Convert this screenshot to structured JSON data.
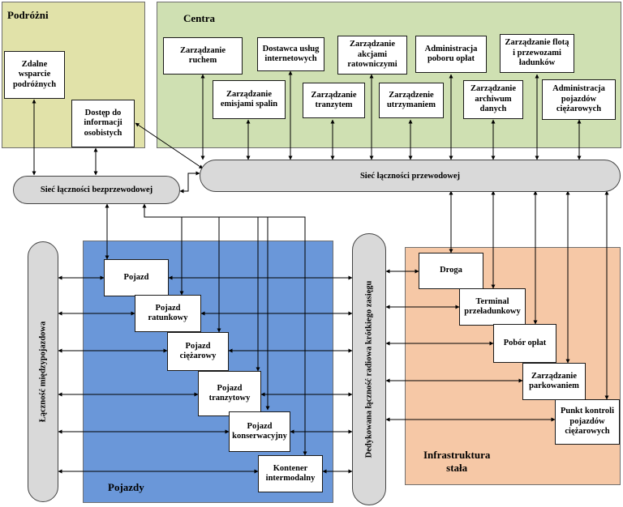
{
  "regions": {
    "travelers": {
      "title": "Podróżni",
      "color": "#e1e2a9"
    },
    "centers": {
      "title": "Centra",
      "color": "#cfe0b2"
    },
    "vehicles": {
      "title": "Pojazdy",
      "color": "#6a97d9"
    },
    "infrastructure": {
      "title": "Infrastruktura\nstała",
      "color": "#f6c8a6"
    }
  },
  "travelers": {
    "remote_support": "Zdalne\nwsparcie\npodróżnych",
    "personal_info": "Dostęp do\ninformacji\nosobistych"
  },
  "centers": {
    "traffic_mgmt": "Zarządzanie\nruchem",
    "isp": "Dostawca usług\ninternetowych",
    "emergency_mgmt": "Zarządzanie\nakcjami\nratowniczymi",
    "toll_admin": "Administracja\npoboru opłat",
    "fleet_mgmt": "Zarządzanie flotą\ni przewozami\nładunków",
    "emissions_mgmt": "Zarządzanie\nemisjami spalin",
    "transit_mgmt": "Zarządzanie\ntranzytem",
    "maintenance_mgmt": "Zarządzenie\nutrzymaniem",
    "archive_mgmt": "Zarządzanie\narchiwum\ndanych",
    "cv_admin": "Administracja\npojazdów\nciężarowych"
  },
  "networks": {
    "wired": "Sieć łączności przewodowej",
    "wireless": "Sieć łączności bezprzewodowej",
    "v2v": "Łączność międzypojazdowa",
    "dsrc": "Dedykowana łączność radiowa krótkiego zasięgu"
  },
  "vehicles": {
    "vehicle": "Pojazd",
    "emergency": "Pojazd\nratunkowy",
    "truck": "Pojazd\nciężarowy",
    "transit": "Pojazd\ntranzytowy",
    "maintenance": "Pojazd\nkonserwacyjny",
    "intermodal": "Kontener\nintermodalny"
  },
  "infrastructure": {
    "road": "Droga",
    "freight_terminal": "Terminal\nprzeładunkowy",
    "toll": "Pobór opłat",
    "parking": "Zarządzanie\nparkowaniem",
    "cv_checkpoint": "Punkt kontroli\npojazdów\nciężarowych"
  }
}
